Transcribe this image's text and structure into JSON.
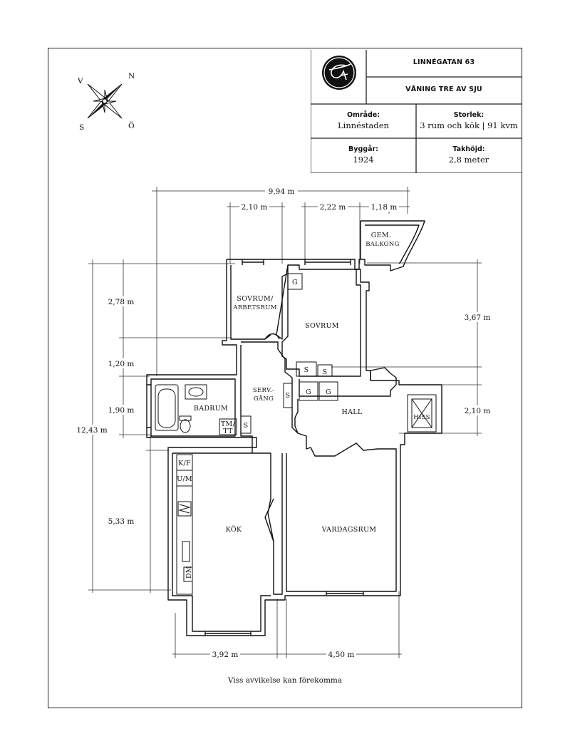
{
  "header": {
    "address": "LINNÉGATAN 63",
    "floor": "VÅNING TRE AV SJU",
    "logo_icon": "monogram-logo",
    "area_label": "Område:",
    "area_value": "Linnéstaden",
    "size_label": "Storlek:",
    "size_value": "3 rum och kök | 91 kvm",
    "built_label": "Byggår:",
    "built_value": "1924",
    "ceiling_label": "Takhöjd:",
    "ceiling_value": "2,8 meter"
  },
  "compass": {
    "n": "N",
    "v": "V",
    "s": "S",
    "o": "Ö",
    "icon": "compass-rose-icon"
  },
  "dimensions": {
    "total_width": "9,94 m",
    "w_bedroom1": "2,10 m",
    "w_bedroom2": "2,22 m",
    "w_balcony": "1,18 m",
    "h_top": "2,78 m",
    "h_mid": "1,20 m",
    "h_bath": "1,90 m",
    "h_total": "12,43 m",
    "h_kitchen": "5,33 m",
    "h_sovrum_right": "3,67 m",
    "h_hall_right": "2,10 m",
    "w_kitchen": "3,92 m",
    "w_living": "4,50 m"
  },
  "rooms": {
    "balcony_1": "Gem.",
    "balcony_2": "balkong",
    "sovrum_arb_1": "Sovrum/",
    "sovrum_arb_2": "Arbetsrum",
    "sovrum": "Sovrum",
    "serv_1": "Serv.-",
    "serv_2": "gång",
    "badrum": "Badrum",
    "hall": "Hall",
    "hiss": "Hiss",
    "kok": "Kök",
    "vardagsrum": "Vardagsrum",
    "g": "G",
    "s": "S",
    "tm_1": "TM/",
    "tm_2": "TT",
    "kf": "K/F",
    "um": "U/M",
    "dm": "DM"
  },
  "disclaimer": "Viss avvikelse kan förekomma"
}
